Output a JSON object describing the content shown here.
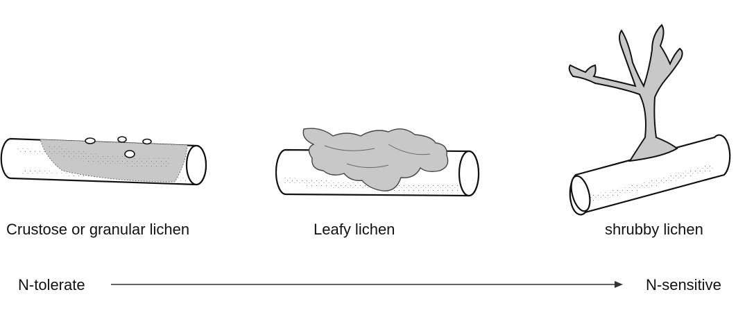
{
  "lichens": [
    {
      "label": "Crustose or granular lichen"
    },
    {
      "label": "Leafy lichen"
    },
    {
      "label": "shrubby lichen"
    }
  ],
  "scale": {
    "left_label": "N-tolerate",
    "right_label": "N-sensitive"
  },
  "colors": {
    "lichen_fill": "#c8c8c8",
    "outline": "#111111",
    "twig_fill": "#ffffff"
  }
}
